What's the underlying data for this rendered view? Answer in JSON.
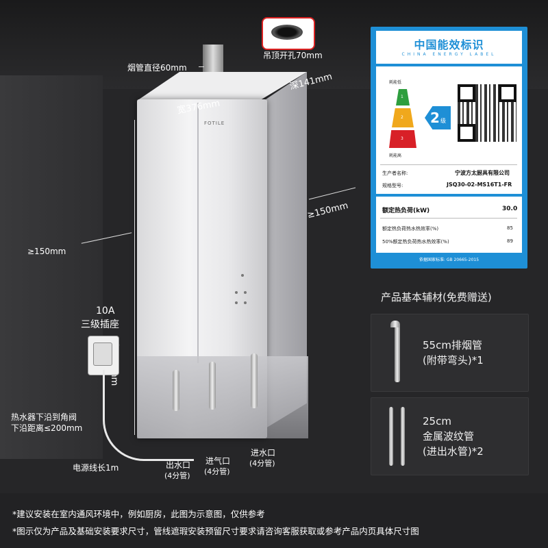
{
  "dimensions": {
    "flue_diameter": "烟管直径60mm",
    "ceiling_hole": "吊顶开孔70mm",
    "depth": "深141mm",
    "width": "宽376mm",
    "right_clearance": "≥150mm",
    "left_clearance": "≥150mm",
    "length": "长612mm",
    "socket_line1": "10A",
    "socket_line2": "三级插座",
    "valve_distance_line1": "热水器下沿到角阀",
    "valve_distance_line2": "下沿距离≤200mm",
    "cable_length": "电源线长1m"
  },
  "heater": {
    "brand": "FOTILE"
  },
  "ports": [
    {
      "name": "出水口",
      "size": "(4分管)"
    },
    {
      "name": "进气口",
      "size": "(4分管)"
    },
    {
      "name": "进水口",
      "size": "(4分管)"
    }
  ],
  "energy_label": {
    "title": "中国能效标识",
    "subtitle": "CHINA ENERGY LABEL",
    "low_consumption": "耗能低",
    "high_consumption": "耗能高",
    "grades": [
      "1",
      "2",
      "3"
    ],
    "grade_value": "2",
    "grade_unit": "级",
    "manufacturer_label": "生产者名称:",
    "manufacturer_value": "宁波方太厨具有限公司",
    "model_label": "规格型号:",
    "model_value": "JSQ30-02-MS16T1-FR",
    "rows": [
      {
        "label": "额定热负荷(kW)",
        "value": "30.0"
      },
      {
        "label": "额定热负荷热水热效率(%)",
        "value": "85"
      },
      {
        "label": "50%额定热负荷热水热效率(%)",
        "value": "89"
      }
    ],
    "footer": "依据国家标准: GB 20665-2015",
    "colors": {
      "grade1": "#2e9e3e",
      "grade2": "#f0a81c",
      "grade3": "#d82027",
      "brand": "#1e8fd6"
    }
  },
  "accessories": {
    "title": "产品基本辅材(免费赠送)",
    "items": [
      {
        "line1": "55cm排烟管",
        "line2": "(附带弯头)*1"
      },
      {
        "line1": "25cm",
        "line2": "金属波纹管",
        "line3": "(进出水管)*2"
      }
    ]
  },
  "notes": [
    "*建议安装在室内通风环境中，例如厨房，此图为示意图，仅供参考",
    "*图示仅为产品及基础安装要求尺寸，管线遮瑕安装预留尺寸要求请咨询客服获取或参考产品内页具体尺寸图"
  ]
}
